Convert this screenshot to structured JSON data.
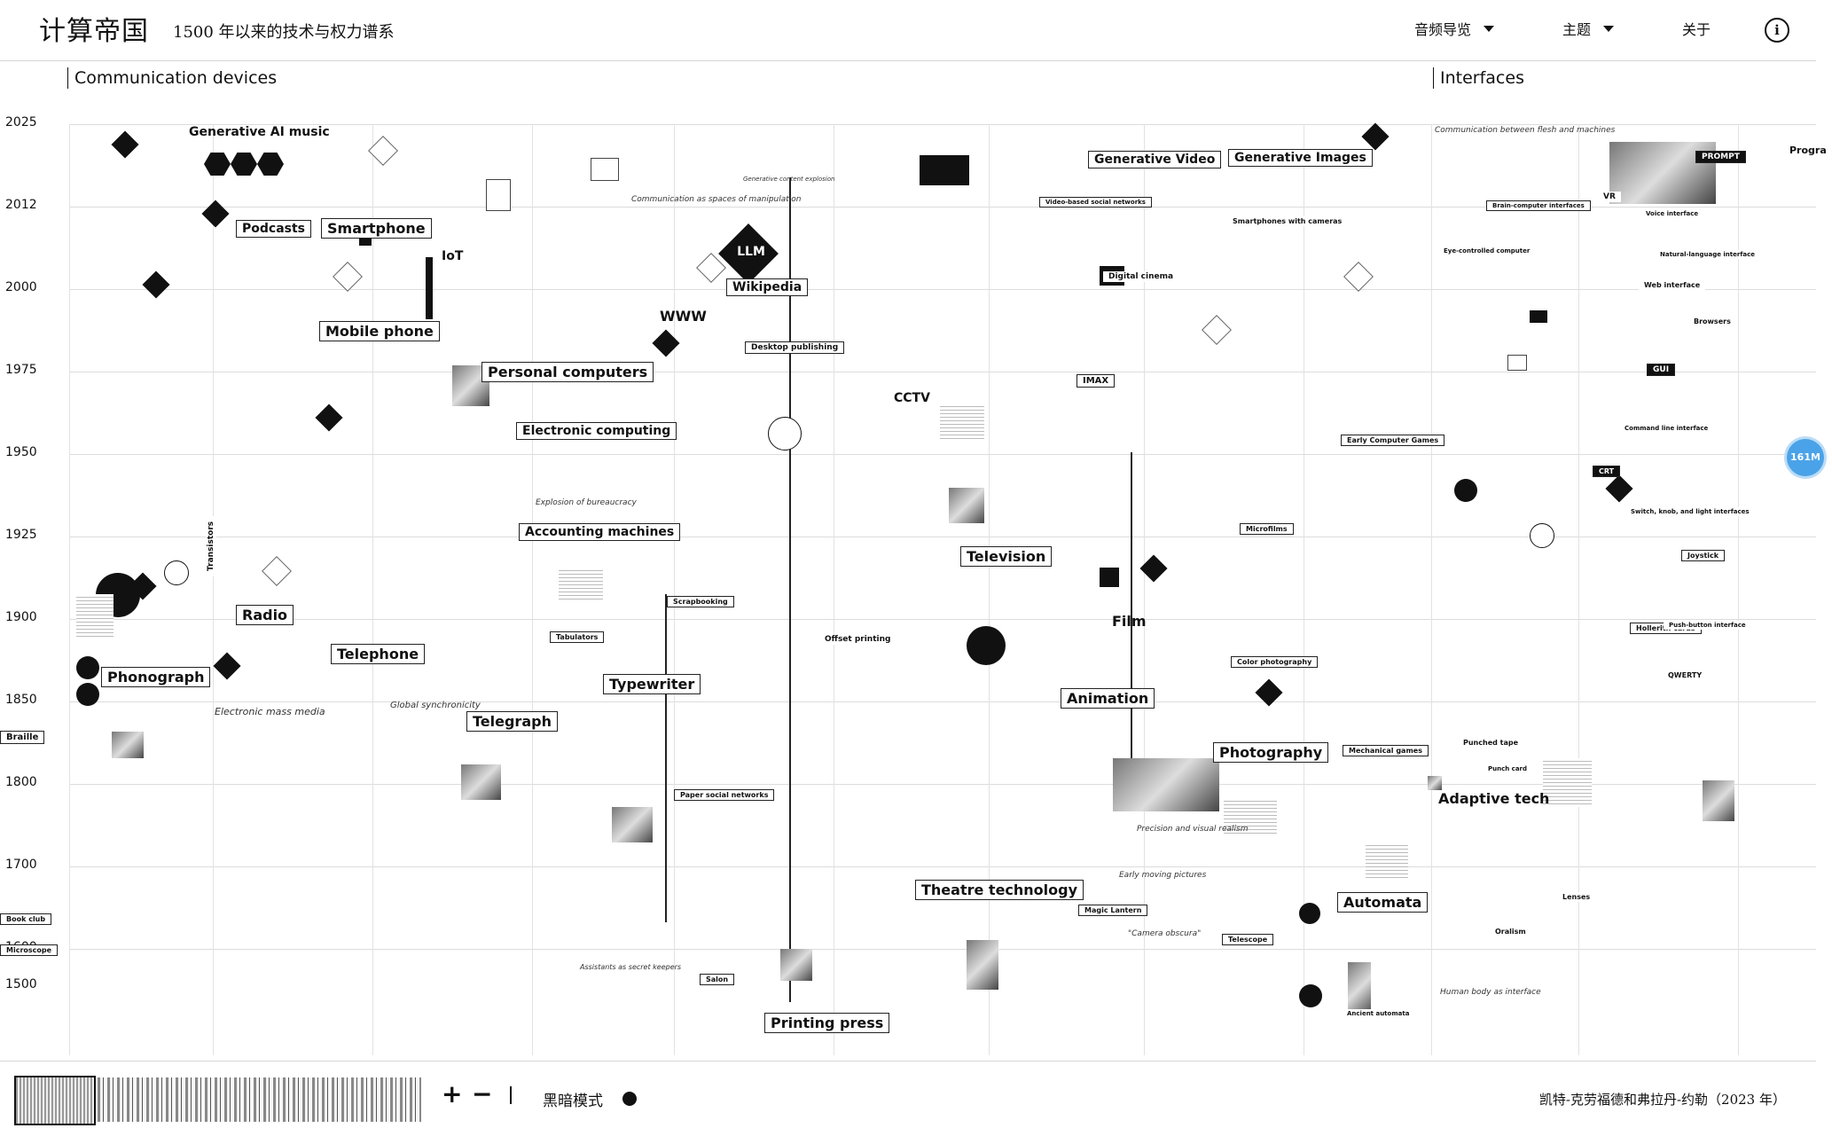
{
  "header": {
    "title": "计算帝国",
    "subtitle": "1500 年以来的技术与权力谱系",
    "nav": {
      "audio_tour": "音频导览",
      "theme": "主题",
      "about": "关于"
    }
  },
  "sections": {
    "left": "Communication devices",
    "right": "Interfaces"
  },
  "years": [
    "2025",
    "2012",
    "2000",
    "1975",
    "1950",
    "1925",
    "1900",
    "1850",
    "1800",
    "1700",
    "1600",
    "1500"
  ],
  "nodes": {
    "generative_ai_music": "Generative AI music",
    "podcasts": "Podcasts",
    "smartphone": "Smartphone",
    "mobile_phone": "Mobile phone",
    "personal_computers": "Personal computers",
    "electronic_computing": "Electronic computing",
    "accounting_machines": "Accounting machines",
    "radio": "Radio",
    "telephone": "Telephone",
    "phonograph": "Phonograph",
    "telegraph": "Telegraph",
    "typewriter": "Typewriter",
    "www": "WWW",
    "llm": "LLM",
    "wikipedia": "Wikipedia",
    "desktop_publishing": "Desktop publishing",
    "offset_printing": "Offset printing",
    "printing_press": "Printing press",
    "generative_video": "Generative Video",
    "generative_images": "Generative Images",
    "television": "Television",
    "film": "Film",
    "animation": "Animation",
    "photography": "Photography",
    "theatre_technology": "Theatre technology",
    "automata": "Automata",
    "cctv": "CCTV",
    "imax": "IMAX",
    "iot": "IoT",
    "adaptive_tech": "Adaptive tech",
    "braille": "Braille",
    "early_computer_games": "Early Computer Games",
    "microfilms": "Microfilms",
    "telescope": "Telescope",
    "microscope": "Microscope",
    "magic_lantern": "Magic Lantern",
    "tabulators": "Tabulators",
    "scrapbooking": "Scrapbooking",
    "book_club": "Book club",
    "salon": "Salon",
    "color_photography": "Color photography",
    "mechanical_games": "Mechanical games",
    "punched_tape": "Punched tape",
    "hollerith_cards": "Hollerith cards",
    "qwerty": "QWERTY",
    "joystick": "Joystick",
    "web_interface": "Web interface",
    "browsers": "Browsers",
    "gui": "GUI",
    "crt": "CRT",
    "vr": "VR",
    "lenses": "Lenses",
    "oralism": "Oralism",
    "paper_social_networks": "Paper social networks",
    "transistors": "Transistors",
    "digital_cinema": "Digital cinema",
    "video_based_social_networks": "Video-based social networks",
    "smartphones_with_cameras": "Smartphones with cameras",
    "brain_computer_interfaces": "Brain-computer interfaces",
    "voice_interface": "Voice interface",
    "natural_language_interface": "Natural-language interface",
    "eye_controlled_computer": "Eye-controlled computer",
    "command_line_interface": "Command line interface",
    "switch_knob_light": "Switch, knob, and light interfaces",
    "push_button_interface": "Push-button interface",
    "punch_card": "Punch card",
    "ancient_automata": "Ancient automata",
    "prompt": "PROMPT",
    "progress": "Progra"
  },
  "italic_labels": {
    "electronic_mass_media": "Electronic mass media",
    "global_synchronicity": "Global synchronicity",
    "communication_spaces": "Communication as spaces of manipulation",
    "early_moving_pictures": "Early moving pictures",
    "precision_realism": "Precision and visual realism",
    "camera_obscura": "\"Camera obscura\"",
    "human_body_interface": "Human body as interface",
    "communication_flesh_machines": "Communication between flesh and machines",
    "generative_content_explosion": "Generative content explosion",
    "explosion_of_bureaucracy": "Explosion of bureaucracy",
    "assistants_secret_keepers": "Assistants as secret keepers"
  },
  "badge": "161M",
  "footer": {
    "zoom_in": "+",
    "zoom_out": "−",
    "dark_mode": "黑暗模式",
    "credits": "凯特-克劳福德和弗拉丹-约勒（2023 年）"
  }
}
